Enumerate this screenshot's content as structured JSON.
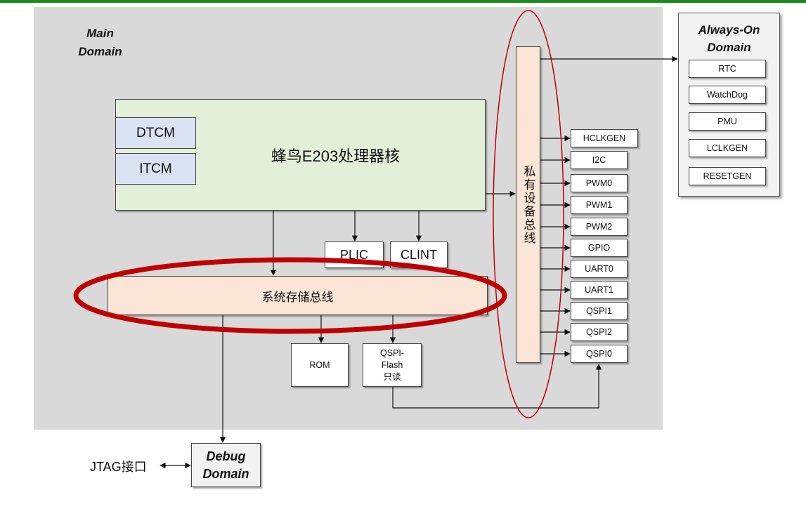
{
  "main_domain": {
    "title_line1": "Main",
    "title_line2": "Domain"
  },
  "core": {
    "label": "蜂鸟E203处理器核",
    "dtcm": "DTCM",
    "itcm": "ITCM"
  },
  "plic": "PLIC",
  "clint": "CLINT",
  "system_bus": "系统存储总线",
  "private_bus": "私有设备总线",
  "rom": "ROM",
  "qspi_flash": {
    "line1": "QSPI-",
    "line2": "Flash",
    "line3": "只读"
  },
  "peripherals": [
    "HCLKGEN",
    "I2C",
    "PWM0",
    "PWM1",
    "PWM2",
    "GPIO",
    "UART0",
    "UART1",
    "QSPI1",
    "QSPI2",
    "QSPI0"
  ],
  "always_on": {
    "title_line1": "Always-On",
    "title_line2": "Domain",
    "items": [
      "RTC",
      "WatchDog",
      "PMU",
      "LCLKGEN",
      "RESETGEN"
    ]
  },
  "debug_domain": {
    "title_line1": "Debug",
    "title_line2": "Domain"
  },
  "jtag": "JTAG接口",
  "colors": {
    "core_fill": "#e2f0d9",
    "tcm_fill": "#dae3f3",
    "bus_fill": "#fbe5d6",
    "highlight": "#c00000",
    "main_domain_fill": "#d9d9d9"
  }
}
